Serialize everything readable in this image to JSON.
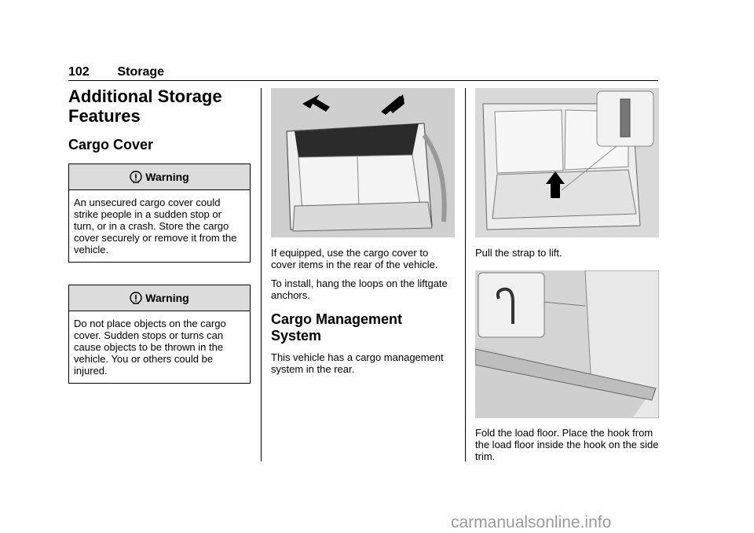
{
  "header": {
    "page_number": "102",
    "section": "Storage"
  },
  "col1": {
    "title": "Additional Storage Features",
    "subtitle": "Cargo Cover",
    "warning1": {
      "label": "Warning",
      "text": "An unsecured cargo cover could strike people in a sudden stop or turn, or in a crash. Store the cargo cover securely or remove it from the vehicle."
    },
    "warning2": {
      "label": "Warning",
      "text": "Do not place objects on the cargo cover. Sudden stops or turns can cause objects to be thrown in the vehicle. You or others could be injured."
    }
  },
  "col2": {
    "para1": "If equipped, use the cargo cover to cover items in the rear of the vehicle.",
    "para2": "To install, hang the loops on the liftgate anchors.",
    "heading": "Cargo Management System",
    "para3": "This vehicle has a cargo management system in the rear."
  },
  "col3": {
    "caption1": "Pull the strap to lift.",
    "caption2": "Fold the load floor. Place the hook from the load floor inside the hook on the side trim."
  },
  "footer": {
    "watermark": "carmanualsonline.info"
  }
}
